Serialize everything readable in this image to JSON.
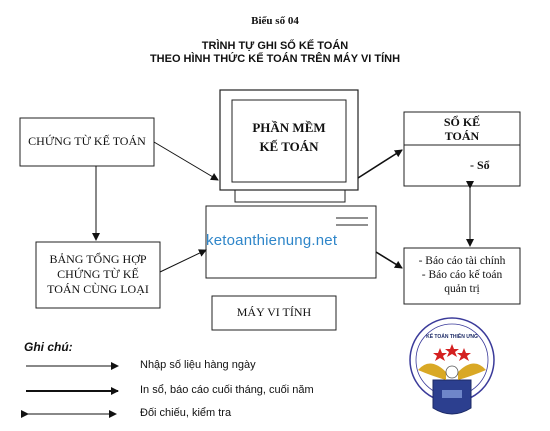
{
  "header": {
    "label": "Biểu số 04",
    "title_line1": "TRÌNH TỰ GHI SỔ KẾ TOÁN",
    "title_line2": "THEO HÌNH THỨC KẾ TOÁN TRÊN MÁY VI TÍNH"
  },
  "nodes": {
    "source_docs": "CHỨNG TỪ KẾ TOÁN",
    "summary_table": [
      "BẢNG TỔNG HỢP",
      "CHỨNG TỪ KẾ",
      "TOÁN CÙNG LOẠI"
    ],
    "software": [
      "PHẦN MỀM",
      "KẾ TOÁN"
    ],
    "ledger": [
      "SỔ KẾ",
      "TOÁN"
    ],
    "ledger_sub": "- Sổ",
    "reports": [
      "- Báo cáo tài chính",
      "- Báo cáo kế toán",
      "quản trị"
    ],
    "computer": "MÁY VI TÍNH"
  },
  "watermark": "ketoanthienung.net",
  "legend": {
    "heading": "Ghi chú:",
    "items": [
      "Nhập số liệu hàng ngày",
      "In sổ, báo cáo cuối tháng, cuối năm",
      "Đối chiếu, kiểm tra"
    ]
  },
  "logo": {
    "caption": "KẾ TOÁN THIÊN ƯNG"
  }
}
